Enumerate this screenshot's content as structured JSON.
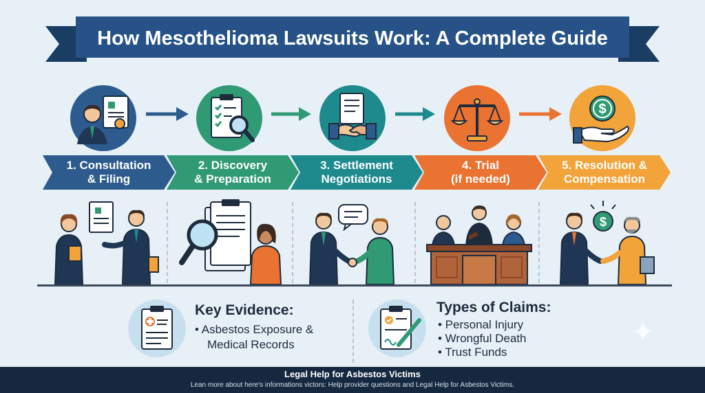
{
  "title": "How Mesothelioma Lawsuits Work: A Complete Guide",
  "steps": [
    {
      "label": "1. Consultation\n& Filing",
      "icon": "lawyer-documents-icon",
      "color": "#2e5b8e"
    },
    {
      "label": "2. Discovery\n& Preparation",
      "icon": "checklist-magnifier-icon",
      "color": "#2f9a73"
    },
    {
      "label": "3. Settlement\nNegotiations",
      "icon": "handshake-icon",
      "color": "#1e8a8e"
    },
    {
      "label": "4. Trial\n(if needed)",
      "icon": "scales-of-justice-icon",
      "color": "#ea7332"
    },
    {
      "label": "5. Resolution &\nCompensation",
      "icon": "hand-money-icon",
      "color": "#f2a43a"
    }
  ],
  "key_evidence": {
    "title": "Key Evidence:",
    "lines": [
      "• Asbestos Exposure &",
      "Medical Records"
    ],
    "icon": "medical-clipboard-icon"
  },
  "types_of_claims": {
    "title": "Types of Claims:",
    "items": [
      "• Personal Injury",
      "• Wrongful Death",
      "• Trust Funds"
    ],
    "icon": "signed-clipboard-icon"
  },
  "footer": {
    "title": "Legal Help for Asbestos Victims",
    "subtitle": "Lean more about here's informations victors: Help provider questions and Legal Help for Asbestos Victims."
  }
}
